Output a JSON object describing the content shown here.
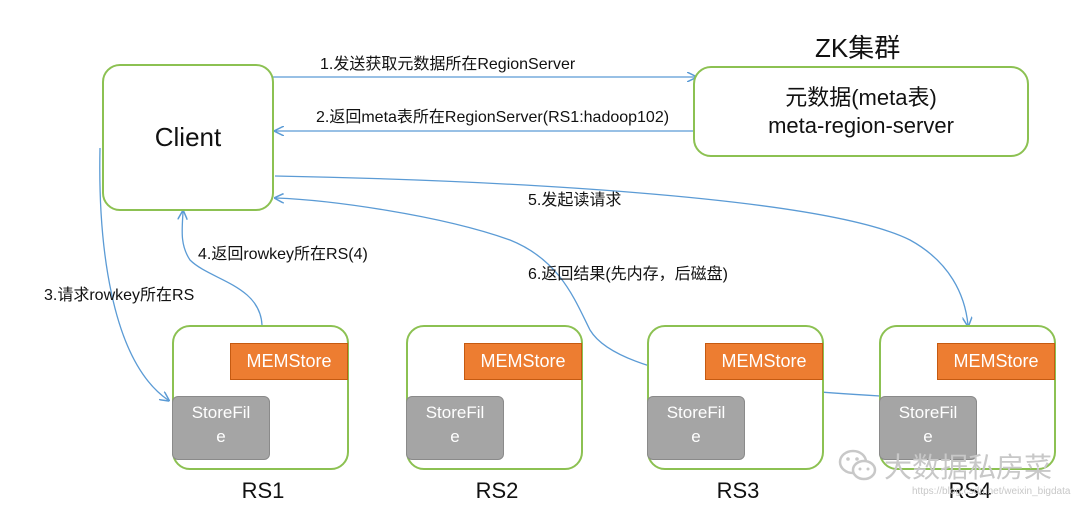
{
  "zk": {
    "title": "ZK集群",
    "line1": "元数据(meta表)",
    "line2": "meta-region-server"
  },
  "client": {
    "label": "Client"
  },
  "steps": {
    "s1": "1.发送获取元数据所在RegionServer",
    "s2": "2.返回meta表所在RegionServer(RS1:hadoop102)",
    "s3": "3.请求rowkey所在RS",
    "s4": "4.返回rowkey所在RS(4)",
    "s5": "5.发起读请求",
    "s6": "6.返回结果(先内存，后磁盘)"
  },
  "servers": [
    {
      "label": "RS1",
      "memstore": "MEMStore",
      "storefile_line1": "StoreFil",
      "storefile_line2": "e"
    },
    {
      "label": "RS2",
      "memstore": "MEMStore",
      "storefile_line1": "StoreFil",
      "storefile_line2": "e"
    },
    {
      "label": "RS3",
      "memstore": "MEMStore",
      "storefile_line1": "StoreFil",
      "storefile_line2": "e"
    },
    {
      "label": "RS4",
      "memstore": "MEMStore",
      "storefile_line1": "StoreFil",
      "storefile_line2": "e"
    }
  ],
  "watermark": {
    "text": "大数据私房菜",
    "url": "https://blog.csdn.net/weixin_bigdata"
  },
  "colors": {
    "box_border": "#8cc152",
    "arrow": "#5b9bd5",
    "memstore": "#ed7d31",
    "storefile": "#a5a5a5"
  }
}
